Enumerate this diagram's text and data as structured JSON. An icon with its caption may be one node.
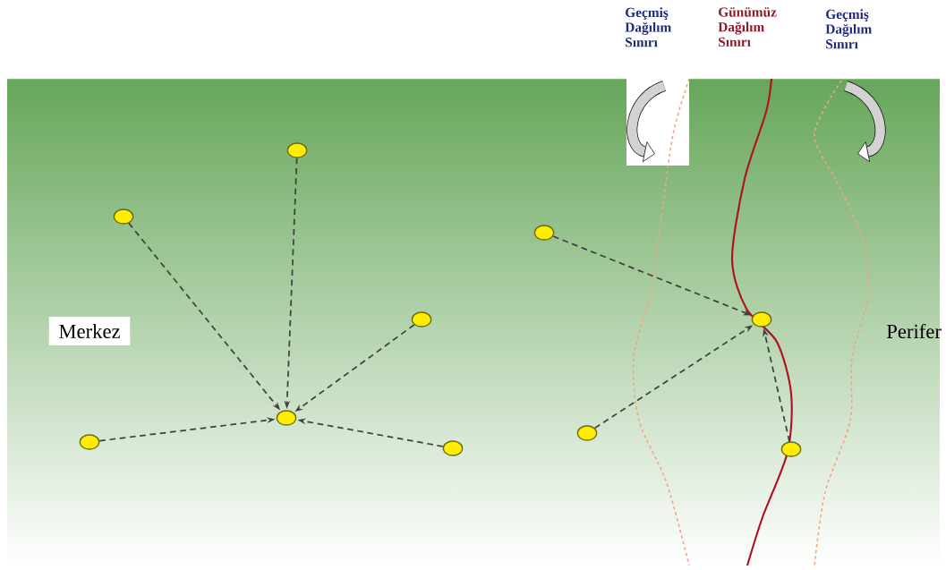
{
  "diagram": {
    "nodes": [
      {
        "text": [
          "Merkez"
        ]
      },
      {
        "text": [],
        "shape": "circle"
      },
      {
        "text": [],
        "shape": "circle"
      },
      {
        "text": [],
        "shape": "circle"
      },
      {
        "text": [],
        "shape": "circle"
      },
      {
        "text": [],
        "shape": "circle"
      },
      {
        "text": [],
        "shape": "circle"
      },
      {
        "text": [],
        "shape": "circle"
      },
      {
        "text": [],
        "shape": "circle"
      },
      {
        "text": [],
        "shape": "circle"
      },
      {
        "text": [],
        "shape": "circle"
      }
    ],
    "edges": [
      {
        "from": 1,
        "to": 3,
        "arrow": "to",
        "style": "dashed"
      },
      {
        "from": 2,
        "to": 3,
        "arrow": "to",
        "style": "dashed"
      },
      {
        "from": 4,
        "to": 3,
        "arrow": "to",
        "style": "dashed"
      },
      {
        "from": 5,
        "to": 3,
        "arrow": "to",
        "style": "dashed"
      },
      {
        "from": 6,
        "to": 3,
        "arrow": "to",
        "style": "dashed"
      },
      {
        "from": 7,
        "to": 9,
        "arrow": "to",
        "style": "dashed"
      },
      {
        "from": 8,
        "to": 9,
        "arrow": "to",
        "style": "dashed"
      },
      {
        "from": 10,
        "to": 9,
        "arrow": "to",
        "style": "dashed"
      }
    ],
    "labels": [
      "Geçmiş Dağılım Sınırı",
      "Günümüz Dağılım Sınırı",
      "Geçmiş Dağılım Sınırı",
      "Perifer"
    ]
  }
}
